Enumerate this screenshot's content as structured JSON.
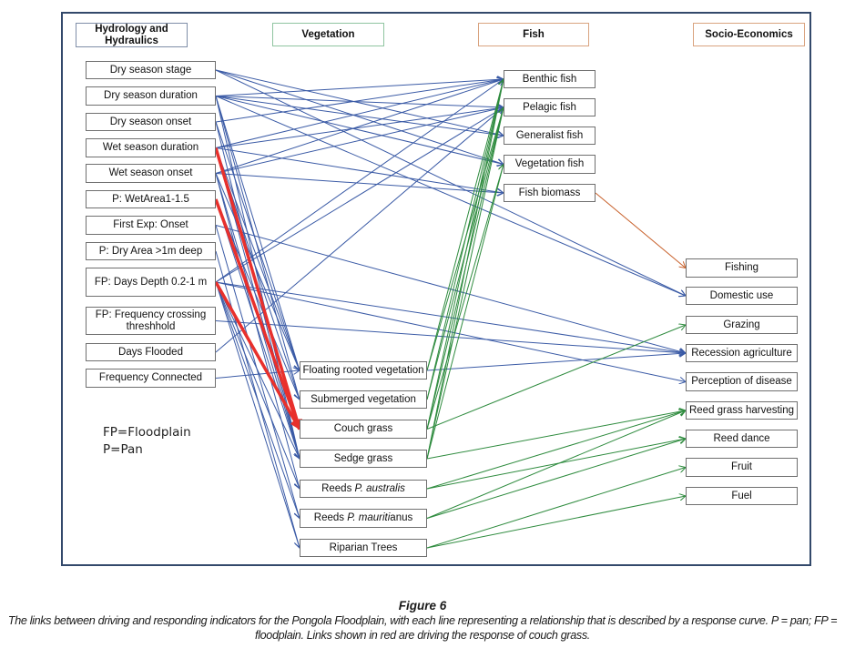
{
  "figure": {
    "caption_title": "Figure 6",
    "caption_text": "The links between driving and responding indicators for the Pongola Floodplain, with each line representing a relationship that is described by a response curve. P = pan; FP = floodplain. Links shown in red are driving the response of couch grass."
  },
  "legend": {
    "line1": "FP=Floodplain",
    "line2": "P=Pan"
  },
  "columns": {
    "hydrology": "Hydrology and Hydraulics",
    "vegetation": "Vegetation",
    "fish": "Fish",
    "socio": "Socio-Economics"
  },
  "colors": {
    "hydrology_links": "#3b5ba6",
    "vegetation_links": "#2e8b3e",
    "highlight_links": "#e8302c",
    "fish_links": "#c8602a",
    "frame": "#33496b"
  },
  "nodes": {
    "hydrology": [
      {
        "id": "H1",
        "label": "Dry season stage"
      },
      {
        "id": "H2",
        "label": "Dry season duration"
      },
      {
        "id": "H3",
        "label": "Dry season onset"
      },
      {
        "id": "H4",
        "label": "Wet season duration"
      },
      {
        "id": "H5",
        "label": "Wet season onset"
      },
      {
        "id": "H6",
        "label": "P: WetArea1-1.5"
      },
      {
        "id": "H7",
        "label": "First Exp: Onset"
      },
      {
        "id": "H8",
        "label": "P: Dry Area >1m deep"
      },
      {
        "id": "H9",
        "label": "FP: Days Depth 0.2-1 m"
      },
      {
        "id": "H10",
        "label": "FP: Frequency crossing threshhold"
      },
      {
        "id": "H11",
        "label": "Days Flooded"
      },
      {
        "id": "H12",
        "label": "Frequency Connected"
      }
    ],
    "vegetation": [
      {
        "id": "V1",
        "label": "Floating rooted vegetation"
      },
      {
        "id": "V2",
        "label": "Submerged vegetation"
      },
      {
        "id": "V3",
        "label": "Couch grass"
      },
      {
        "id": "V4",
        "label": "Sedge grass"
      },
      {
        "id": "V5",
        "label_pre": "Reeds ",
        "label_italic": "P. australis",
        "label_post": ""
      },
      {
        "id": "V6",
        "label_pre": "Reeds ",
        "label_italic": "P. mauriti",
        "label_post": "anus"
      },
      {
        "id": "V7",
        "label": "Riparian Trees"
      }
    ],
    "fish": [
      {
        "id": "F1",
        "label": "Benthic fish"
      },
      {
        "id": "F2",
        "label": "Pelagic fish"
      },
      {
        "id": "F3",
        "label": "Generalist fish"
      },
      {
        "id": "F4",
        "label": "Vegetation fish"
      },
      {
        "id": "F5",
        "label": "Fish biomass"
      }
    ],
    "socio": [
      {
        "id": "S1",
        "label": "Fishing"
      },
      {
        "id": "S2",
        "label": "Domestic use"
      },
      {
        "id": "S3",
        "label": "Grazing"
      },
      {
        "id": "S4",
        "label": "Recession agriculture"
      },
      {
        "id": "S5",
        "label": "Perception of disease"
      },
      {
        "id": "S6",
        "label": "Reed grass harvesting"
      },
      {
        "id": "S7",
        "label": "Reed dance"
      },
      {
        "id": "S8",
        "label": "Fruit"
      },
      {
        "id": "S9",
        "label": "Fuel"
      }
    ]
  },
  "links": [
    {
      "from": "H1",
      "to": "F3",
      "type": "hydrology"
    },
    {
      "from": "H1",
      "to": "F4",
      "type": "hydrology"
    },
    {
      "from": "H1",
      "to": "S2",
      "type": "hydrology"
    },
    {
      "from": "H2",
      "to": "F1",
      "type": "hydrology"
    },
    {
      "from": "H2",
      "to": "F2",
      "type": "hydrology"
    },
    {
      "from": "H2",
      "to": "F3",
      "type": "hydrology"
    },
    {
      "from": "H2",
      "to": "F4",
      "type": "hydrology"
    },
    {
      "from": "H2",
      "to": "S2",
      "type": "hydrology"
    },
    {
      "from": "H2",
      "to": "V1",
      "type": "hydrology"
    },
    {
      "from": "H2",
      "to": "V2",
      "type": "hydrology"
    },
    {
      "from": "H2",
      "to": "V4",
      "type": "hydrology"
    },
    {
      "from": "H3",
      "to": "V1",
      "type": "hydrology"
    },
    {
      "from": "H3",
      "to": "V4",
      "type": "hydrology"
    },
    {
      "from": "H4",
      "to": "F1",
      "type": "hydrology"
    },
    {
      "from": "H4",
      "to": "F2",
      "type": "hydrology"
    },
    {
      "from": "H4",
      "to": "F5",
      "type": "hydrology"
    },
    {
      "from": "H4",
      "to": "V1",
      "type": "hydrology"
    },
    {
      "from": "H4",
      "to": "V2",
      "type": "hydrology"
    },
    {
      "from": "H4",
      "to": "V4",
      "type": "hydrology"
    },
    {
      "from": "H4",
      "to": "V3",
      "type": "highlight"
    },
    {
      "from": "H5",
      "to": "F1",
      "type": "hydrology"
    },
    {
      "from": "H5",
      "to": "F2",
      "type": "hydrology"
    },
    {
      "from": "H5",
      "to": "V1",
      "type": "hydrology"
    },
    {
      "from": "H5",
      "to": "V4",
      "type": "hydrology"
    },
    {
      "from": "H5",
      "to": "V5",
      "type": "hydrology"
    },
    {
      "from": "H6",
      "to": "V2",
      "type": "hydrology"
    },
    {
      "from": "H6",
      "to": "V4",
      "type": "hydrology"
    },
    {
      "from": "H6",
      "to": "V3",
      "type": "highlight"
    },
    {
      "from": "H7",
      "to": "S4",
      "type": "hydrology"
    },
    {
      "from": "H7",
      "to": "V6",
      "type": "hydrology"
    },
    {
      "from": "H8",
      "to": "V7",
      "type": "hydrology"
    },
    {
      "from": "H9",
      "to": "F1",
      "type": "hydrology"
    },
    {
      "from": "H9",
      "to": "F2",
      "type": "hydrology"
    },
    {
      "from": "H9",
      "to": "S4",
      "type": "hydrology"
    },
    {
      "from": "H9",
      "to": "S5",
      "type": "hydrology"
    },
    {
      "from": "H9",
      "to": "V4",
      "type": "hydrology"
    },
    {
      "from": "H9",
      "to": "V5",
      "type": "hydrology"
    },
    {
      "from": "H9",
      "to": "V6",
      "type": "hydrology"
    },
    {
      "from": "H9",
      "to": "V7",
      "type": "hydrology"
    },
    {
      "from": "H9",
      "to": "V3",
      "type": "highlight"
    },
    {
      "from": "H10",
      "to": "S4",
      "type": "hydrology"
    },
    {
      "from": "H11",
      "to": "F2",
      "type": "hydrology"
    },
    {
      "from": "H12",
      "to": "V1",
      "type": "hydrology"
    },
    {
      "from": "H5",
      "to": "F5",
      "type": "hydrology"
    },
    {
      "from": "H3",
      "to": "F1",
      "type": "hydrology"
    },
    {
      "from": "V1",
      "to": "S4",
      "type": "hydrology"
    },
    {
      "from": "V1",
      "to": "F1",
      "type": "vegetation"
    },
    {
      "from": "V1",
      "to": "F2",
      "type": "vegetation"
    },
    {
      "from": "V2",
      "to": "F1",
      "type": "vegetation"
    },
    {
      "from": "V2",
      "to": "F2",
      "type": "vegetation"
    },
    {
      "from": "V3",
      "to": "F1",
      "type": "vegetation"
    },
    {
      "from": "V3",
      "to": "F2",
      "type": "vegetation"
    },
    {
      "from": "V3",
      "to": "F4",
      "type": "vegetation"
    },
    {
      "from": "V3",
      "to": "S3",
      "type": "vegetation"
    },
    {
      "from": "V4",
      "to": "F1",
      "type": "vegetation"
    },
    {
      "from": "V4",
      "to": "F2",
      "type": "vegetation"
    },
    {
      "from": "V4",
      "to": "F4",
      "type": "vegetation"
    },
    {
      "from": "V4",
      "to": "S6",
      "type": "vegetation"
    },
    {
      "from": "V5",
      "to": "S6",
      "type": "vegetation"
    },
    {
      "from": "V5",
      "to": "S7",
      "type": "vegetation"
    },
    {
      "from": "V6",
      "to": "S6",
      "type": "vegetation"
    },
    {
      "from": "V6",
      "to": "S7",
      "type": "vegetation"
    },
    {
      "from": "V7",
      "to": "S8",
      "type": "vegetation"
    },
    {
      "from": "V7",
      "to": "S9",
      "type": "vegetation"
    },
    {
      "from": "F5",
      "to": "S1",
      "type": "fish"
    }
  ]
}
